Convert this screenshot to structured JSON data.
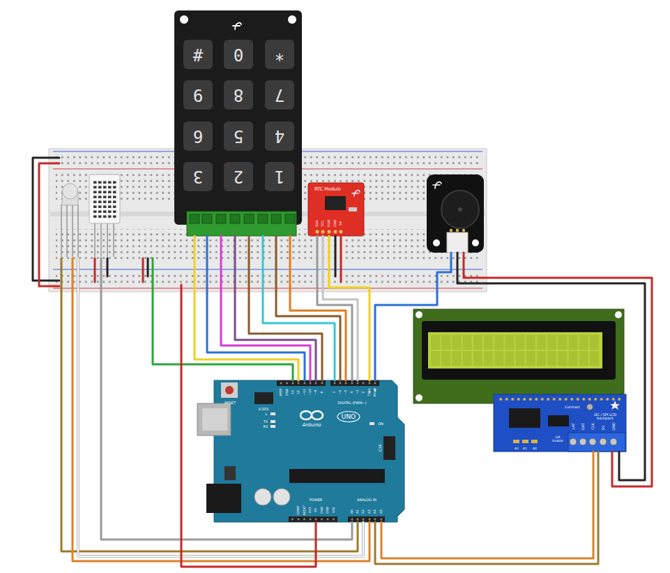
{
  "diagram": {
    "nodes": [
      {
        "text": [
          "#",
          "0",
          "*",
          "9",
          "8",
          "7",
          "6",
          "5",
          "4",
          "3",
          "2",
          "1"
        ]
      },
      {
        "text": [
          "RTC Module",
          "SDA",
          "SCL",
          "SQW",
          "GND",
          "5V"
        ]
      },
      {
        "text": [
          "RESET",
          "ICSP2",
          "L",
          "TX",
          "RX",
          "Arduino",
          "UNO",
          "ON",
          "ICSP",
          "AREF",
          "GND",
          "13",
          "12",
          "~11",
          "~10",
          "~9",
          "8",
          "7",
          "~6",
          "~5",
          "4",
          "~3",
          "2",
          "TX▶1",
          "RX◀0",
          "DIGITAL (PWM~)",
          "IOREF",
          "RESET",
          "3V3",
          "5V",
          "GND",
          "GND",
          "VIN",
          "POWER",
          "ANALOG IN",
          "A0",
          "A1",
          "A2",
          "A3",
          "A4",
          "A5"
        ]
      },
      {
        "text": [
          "Contrast",
          "I2C / SPI LCD backpack",
          "LAT",
          "DAT",
          "CLK",
          "5V",
          "GND",
          "SPI Enable",
          "A2",
          "A1",
          "A0"
        ]
      }
    ],
    "edges": [
      {
        "from": 0,
        "to": 2,
        "arrow": "none"
      },
      {
        "from": 0,
        "to": 2,
        "arrow": "none"
      },
      {
        "from": 0,
        "to": 2,
        "arrow": "none"
      },
      {
        "from": 0,
        "to": 2,
        "arrow": "none"
      },
      {
        "from": 0,
        "to": 2,
        "arrow": "none"
      },
      {
        "from": 0,
        "to": 2,
        "arrow": "none"
      },
      {
        "from": 0,
        "to": 2,
        "arrow": "none"
      },
      {
        "from": 0,
        "to": 2,
        "arrow": "none"
      },
      {
        "from": 1,
        "to": 2,
        "arrow": "none"
      },
      {
        "from": 1,
        "to": 2,
        "arrow": "none"
      },
      {
        "from": 1,
        "to": 2,
        "arrow": "none"
      },
      {
        "from": 3,
        "to": 2,
        "arrow": "none"
      },
      {
        "from": 3,
        "to": 2,
        "arrow": "none"
      }
    ]
  }
}
